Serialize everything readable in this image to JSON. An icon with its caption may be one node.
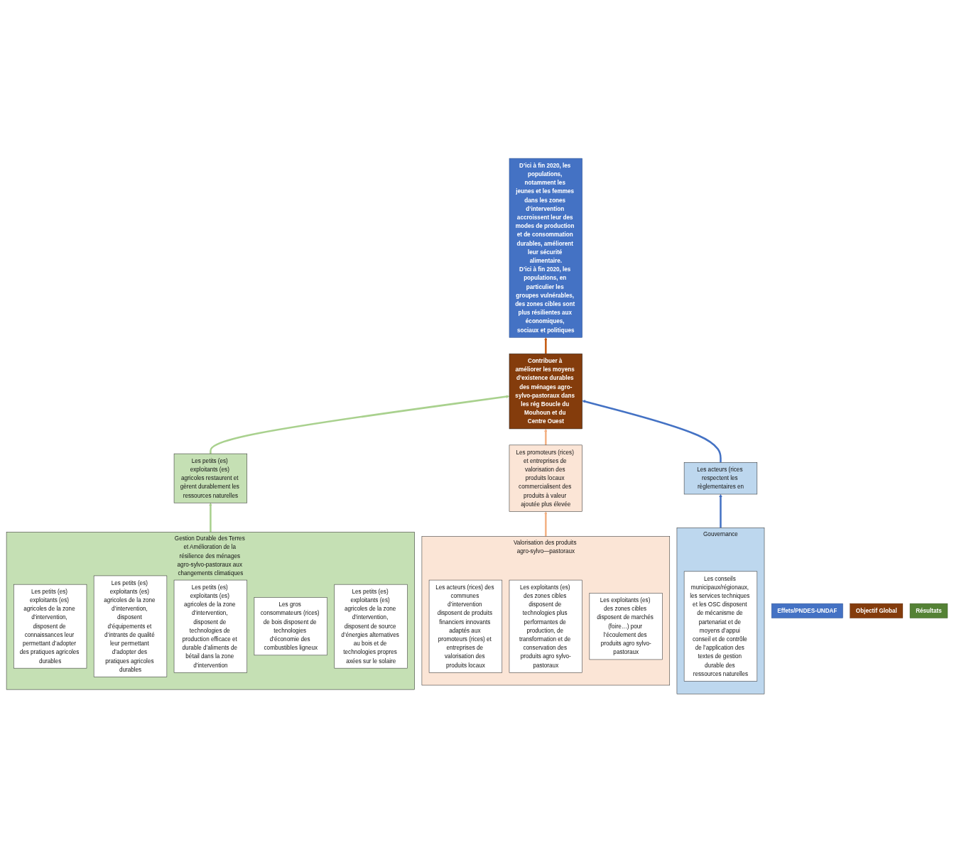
{
  "diagram": {
    "nodes": [
      {
        "text": [
          "Effets/PNDES-UNDAF"
        ]
      },
      {
        "text": [
          "D’ici à fin 2020, les populations, notamment les jeunes et les femmes dans les zones d’intervention accroissent leur des modes de production et de consommation durables, améliorent leur sécurité alimentaire.",
          "D’ici à fin 2020, les populations, en particulier les groupes vulnérables, des zones cibles sont plus résilientes aux économiques, sociaux et politiques"
        ]
      },
      {
        "text": [
          "Objectif Global"
        ]
      },
      {
        "text": [
          "Contribuer à améliorer les moyens d’existence durables des ménages agro-sylvo-pastoraux dans les rég Boucle du Mouhoun et du Centre Ouest"
        ]
      },
      {
        "text": [
          "Résultats"
        ]
      },
      {
        "text": [
          "Les petits (es) exploitants (es) agricoles restaurent et gèrent durablement les ressources naturelles"
        ]
      },
      {
        "text": [
          "Les promoteurs (rices) et entreprises de valorisation des produits locaux commercialisent des produits à valeur ajoutée plus élevée"
        ]
      },
      {
        "text": [
          "Les acteurs (rices respectent les règlementaires en"
        ]
      },
      {
        "text": [
          "Gestion Durable des Terres et Amélioration de la résilience des ménages agro-sylvo-pastoraux aux changements climatiques"
        ]
      },
      {
        "text": [
          "Les petits (es) exploitants (es) agricoles de la zone d’intervention, disposent de connaissances leur permettant d’adopter des pratiques agricoles durables"
        ],
        "in": 8
      },
      {
        "text": [
          "Les petits (es) exploitants (es) agricoles de la zone d’intervention, disposent d’équipements et d’intrants de qualité leur permettant d’adopter des pratiques agricoles durables"
        ],
        "in": 8
      },
      {
        "text": [
          "Les petits (es) exploitants (es) agricoles de la zone d’intervention, disposent de technologies de production efficace et durable d’aliments de bétail dans la zone d’intervention"
        ],
        "in": 8
      },
      {
        "text": [
          "Les gros consommateurs (rices) de bois disposent de technologies d’économie des combustibles ligneux"
        ],
        "in": 8
      },
      {
        "text": [
          "Les petits (es) exploitants (es) agricoles de la zone d’intervention, disposent de source d’énergies alternatives au bois et de technologies propres axées sur le solaire"
        ],
        "in": 8
      },
      {
        "text": [
          "Valorisation des produits agro-sylvo—pastoraux"
        ]
      },
      {
        "text": [
          "Les acteurs (rices) des communes d’intervention disposent de produits financiers innovants adaptés aux promoteurs (rices) et entreprises de valorisation des produits locaux"
        ],
        "in": 14
      },
      {
        "text": [
          "Les exploitants (es) des zones cibles disposent de technologies plus performantes de production, de transformation et de conservation des produits agro sylvo-pastoraux"
        ],
        "in": 14
      },
      {
        "text": [
          "Les exploitants (es) des zones cibles disposent de marchés (foire…) pour l’écoulement des produits agro sylvo-pastoraux"
        ],
        "in": 14
      },
      {
        "text": [
          "Gouvernance"
        ]
      },
      {
        "text": [
          "Les conseils municipaux/régionaux, les services techniques et les OSC disposent de mécanisme de partenariat et de moyens d’appui conseil et de contrôle de l’application des textes de gestion durable des ressources naturelles"
        ],
        "in": 18
      }
    ],
    "edges": [
      {
        "from": 3,
        "to": 1,
        "arrow": "to",
        "color": "#c55a11"
      },
      {
        "from": 5,
        "to": 3,
        "arrow": "to",
        "color": "#a9d18e"
      },
      {
        "from": 6,
        "to": 3,
        "arrow": "to",
        "color": "#f4b183"
      },
      {
        "from": 7,
        "to": 3,
        "arrow": "to",
        "color": "#4472c4"
      },
      {
        "from": 8,
        "to": 5,
        "arrow": "to",
        "color": "#a9d18e"
      },
      {
        "from": 14,
        "to": 6,
        "arrow": "to",
        "color": "#f4b183"
      },
      {
        "from": 18,
        "to": 7,
        "arrow": "to",
        "color": "#4472c4"
      }
    ]
  }
}
